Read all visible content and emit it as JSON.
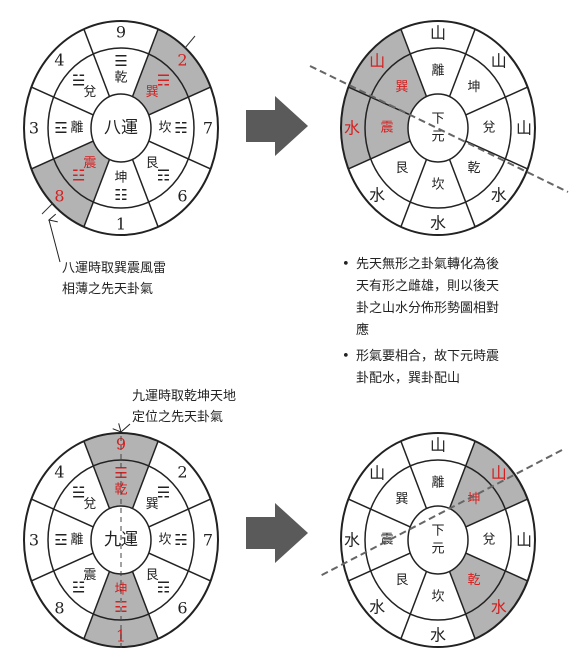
{
  "diagrams": {
    "top_left": {
      "center": "八運",
      "outer": [
        "9",
        "2",
        "7",
        "6",
        "1",
        "8",
        "3",
        "4"
      ],
      "trigram_names": [
        "乾",
        "巽",
        "坎",
        "艮",
        "坤",
        "震",
        "離",
        "兌"
      ],
      "trigram_symbols": [
        "☰",
        "☴",
        "☵",
        "☶",
        "☷",
        "☳",
        "☲",
        "☱"
      ],
      "highlight": [
        "巽",
        "震"
      ]
    },
    "top_right": {
      "center": "下元",
      "inner": [
        "離",
        "坤",
        "兌",
        "乾",
        "坎",
        "艮",
        "震",
        "巽"
      ],
      "outer": [
        "山",
        "山",
        "山",
        "水",
        "水",
        "水",
        "水",
        "山"
      ],
      "highlight": [
        "巽",
        "震"
      ]
    },
    "bottom_left": {
      "center": "九運",
      "outer": [
        "9",
        "2",
        "7",
        "6",
        "1",
        "8",
        "3",
        "4"
      ],
      "trigram_names": [
        "乾",
        "巽",
        "坎",
        "艮",
        "坤",
        "震",
        "離",
        "兌"
      ],
      "trigram_symbols": [
        "☰",
        "☴",
        "☵",
        "☶",
        "☷",
        "☳",
        "☲",
        "☱"
      ],
      "highlight": [
        "乾",
        "坤"
      ]
    },
    "bottom_right": {
      "center": "下元",
      "inner": [
        "離",
        "坤",
        "兌",
        "乾",
        "坎",
        "艮",
        "震",
        "巽"
      ],
      "outer": [
        "山",
        "山",
        "山",
        "水",
        "水",
        "水",
        "水",
        "山"
      ],
      "highlight": [
        "坤",
        "乾"
      ]
    }
  },
  "captions": {
    "top": [
      "八運時取巽震風雷",
      "相薄之先天卦氣"
    ],
    "bottom": [
      "九運時取乾坤天地",
      "定位之先天卦氣"
    ]
  },
  "bullets": [
    {
      "symbol": "•",
      "lines": [
        "先天無形之卦氣轉化為後",
        "天有形之雌雄，則以後天",
        "卦之山水分佈形勢圖相對",
        "應"
      ]
    },
    {
      "symbol": "•",
      "lines": [
        "形氣要相合，故下元時震",
        "卦配水，巽卦配山"
      ]
    }
  ],
  "colors": {
    "highlight_fill": "#b3b3b3",
    "red": "#d42020",
    "arrow": "#5a5a5a",
    "ink": "#222222"
  }
}
